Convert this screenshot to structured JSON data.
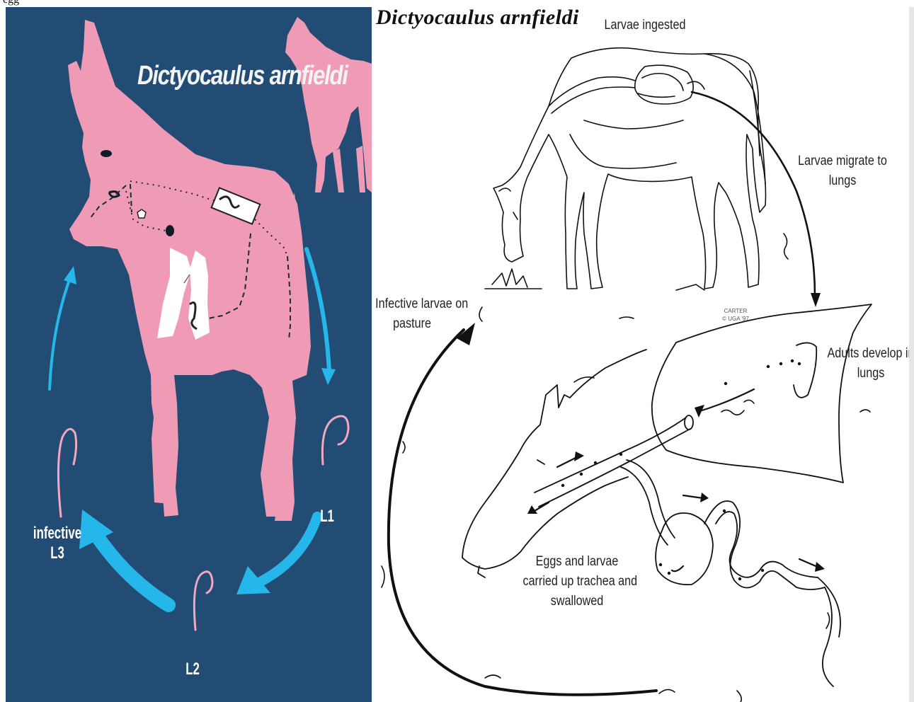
{
  "left_panel": {
    "title": "Dictyocaulus arnfieldi",
    "stages": {
      "l1": "L1",
      "l2": "L2",
      "infective_line1": "infective",
      "infective_line2": "L3"
    },
    "colors": {
      "background": "#234c74",
      "animal": "#f09bb5",
      "arrow": "#26b7ea",
      "lungs": "#ffffff",
      "larva": "#f2a8c2"
    }
  },
  "right_panel": {
    "title": "Dictyocaulus arnfieldi",
    "labels": {
      "larvae_ingested": "Larvae ingested",
      "migrate_line1": "Larvae migrate to",
      "migrate_line2": "lungs",
      "pasture_line1": "Infective larvae on",
      "pasture_line2": "pasture",
      "adults_line1": "Adults develop in",
      "adults_line2": "lungs",
      "eggs_line1": "Eggs and larvae",
      "eggs_line2": "carried up trachea and",
      "eggs_line3": "swallowed"
    },
    "credit_line1": "CARTER",
    "credit_line2": "© UGA '97"
  }
}
